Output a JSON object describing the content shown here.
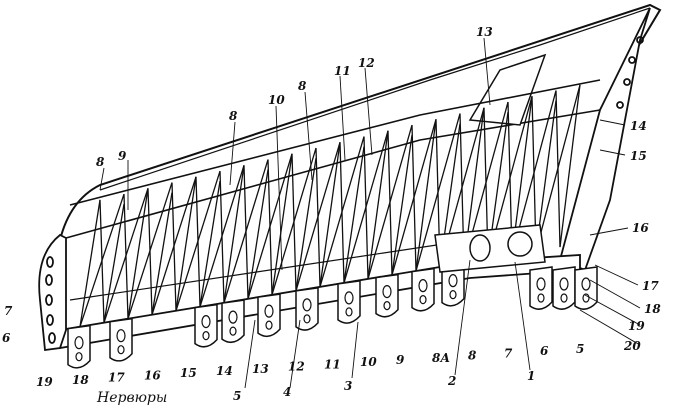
{
  "caption": "Нервюры",
  "colors": {
    "ink": "#111111",
    "paper": "#ffffff"
  },
  "callouts": [
    "1",
    "2",
    "3",
    "4",
    "5",
    "6",
    "7",
    "8",
    "8",
    "8",
    "9",
    "10",
    "11",
    "12",
    "13",
    "14",
    "15",
    "16",
    "17",
    "18",
    "19",
    "20"
  ],
  "rib_numbers": [
    "19",
    "18",
    "17",
    "16",
    "15",
    "14",
    "13",
    "12",
    "11",
    "10",
    "9",
    "8А",
    "8",
    "7",
    "6",
    "5"
  ],
  "left_edge_labels": [
    "7",
    "6"
  ],
  "mid_callouts": [
    "5",
    "4",
    "3",
    "2",
    "1"
  ]
}
